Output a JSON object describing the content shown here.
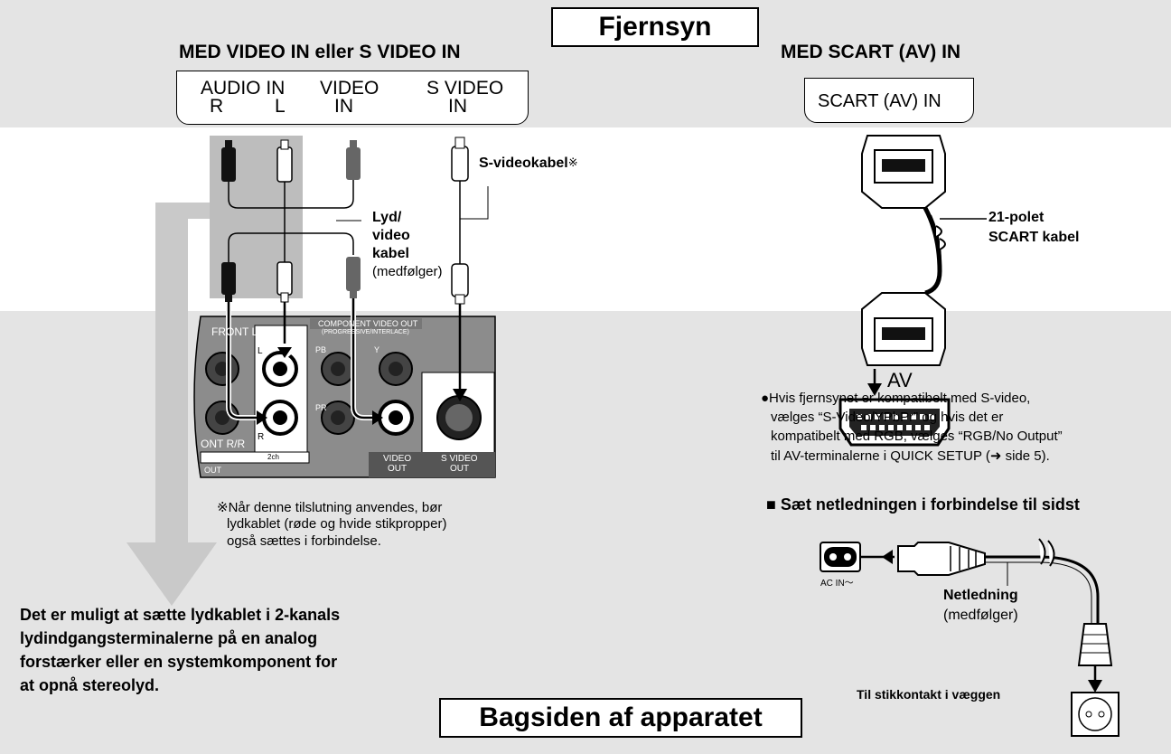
{
  "titles": {
    "tv": "Fjernsyn",
    "rear": "Bagsiden af apparatet",
    "left_heading": "MED VIDEO IN eller S VIDEO IN",
    "right_heading": "MED SCART (AV) IN"
  },
  "tv_panel_left": {
    "audio_in": "AUDIO IN",
    "audio_r": "R",
    "audio_l": "L",
    "video": "VIDEO",
    "video_in": "IN",
    "svideo": "S VIDEO",
    "svideo_in": "IN"
  },
  "tv_panel_right": {
    "scart": "SCART (AV) IN"
  },
  "cables": {
    "svideo_label": "S-videokabel",
    "svideo_mark": "※",
    "av_line1": "Lyd/",
    "av_line2": "video",
    "av_line3": "kabel",
    "av_line4": "(medfølger)",
    "scart_line1": "21-polet",
    "scart_line2": "SCART kabel"
  },
  "rear_panel": {
    "front_ll": "FRONT L/L",
    "front_rr": "ONT R/R",
    "component_line1": "COMPONENT VIDEO OUT",
    "component_line2": "(PROGRESSIVE/INTERLACE)",
    "pb": "PB",
    "pr": "PR",
    "y": "Y",
    "l": "L",
    "r": "R",
    "twoch": "2ch",
    "out": "OUT",
    "video_out_1": "VIDEO",
    "video_out_2": "OUT",
    "svideo_out_1": "S VIDEO",
    "svideo_out_2": "OUT",
    "av": "AV"
  },
  "notes": {
    "svideo_note_1": "※Når denne tilslutning anvendes, bør",
    "svideo_note_2": "lydkablet (røde og hvide stikpropper)",
    "svideo_note_3": "også sættes i forbindelse.",
    "stereo_1": "Det er muligt at sætte lydkablet i 2-kanals",
    "stereo_2": "lydindgangsterminalerne på en analog",
    "stereo_3": "forstærker eller en systemkomponent for",
    "stereo_4": "at opnå stereolyd.",
    "rgb_1": "●Hvis fjernsynet er kompatibelt med S-video,",
    "rgb_2": "vælges “S-Video/YPbPr” og hvis det er",
    "rgb_3": "kompatibelt med RGB, vælges “RGB/No Output”",
    "rgb_4": "til AV-terminalerne i QUICK SETUP (➜ side 5)."
  },
  "power": {
    "heading": "■  Sæt netledningen i forbindelse til sidst",
    "ac_in": "AC IN〜",
    "cord_1": "Netledning",
    "cord_2": "(medfølger)",
    "outlet": "Til stikkontakt i væggen"
  },
  "colors": {
    "band": "#e4e4e4",
    "panel_dark": "#8c8c8c",
    "arrow": "#c9c9c9"
  }
}
